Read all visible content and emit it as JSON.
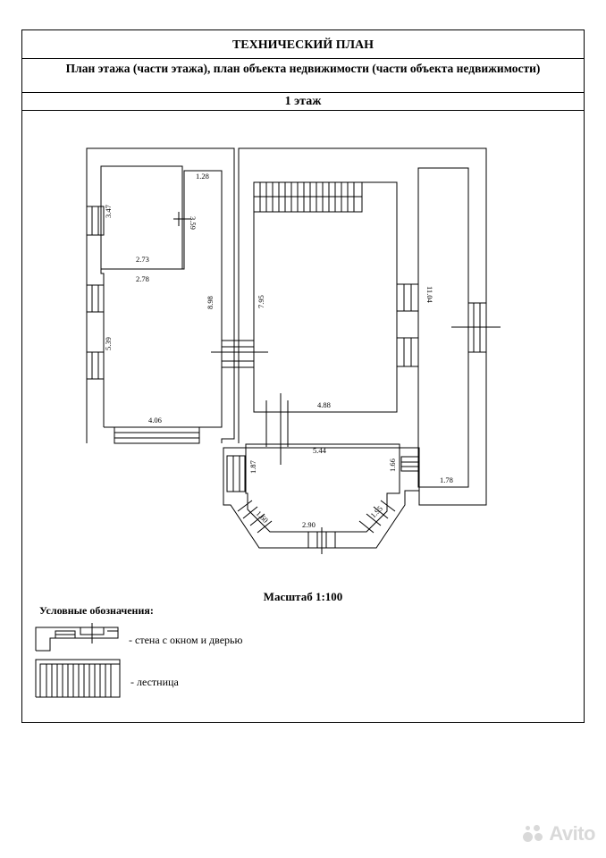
{
  "header": {
    "title": "ТЕХНИЧЕСКИЙ ПЛАН",
    "subtitle": "План этажа (части этажа), план объекта недвижимости (части объекта недвижимости)",
    "floor": "1 этаж"
  },
  "dimensions": {
    "d_347": "3.47",
    "d_128": "1.28",
    "d_359": "3.59",
    "d_273": "2.73",
    "d_278": "2.78",
    "d_898": "8.98",
    "d_539": "5.39",
    "d_406": "4.06",
    "d_795": "7.95",
    "d_488": "4.88",
    "d_1104": "11.04",
    "d_544": "5.44",
    "d_187": "1.87",
    "d_166": "1.66",
    "d_178": "1.78",
    "d_160": "1.60",
    "d_195": "1.95",
    "d_290": "2.90"
  },
  "scale_label": "Масштаб 1:100",
  "legend": {
    "title": "Условные обозначения:",
    "wall_label": "- стена с окном и дверью",
    "stairs_label": "- лестница"
  },
  "watermark": "Avito"
}
